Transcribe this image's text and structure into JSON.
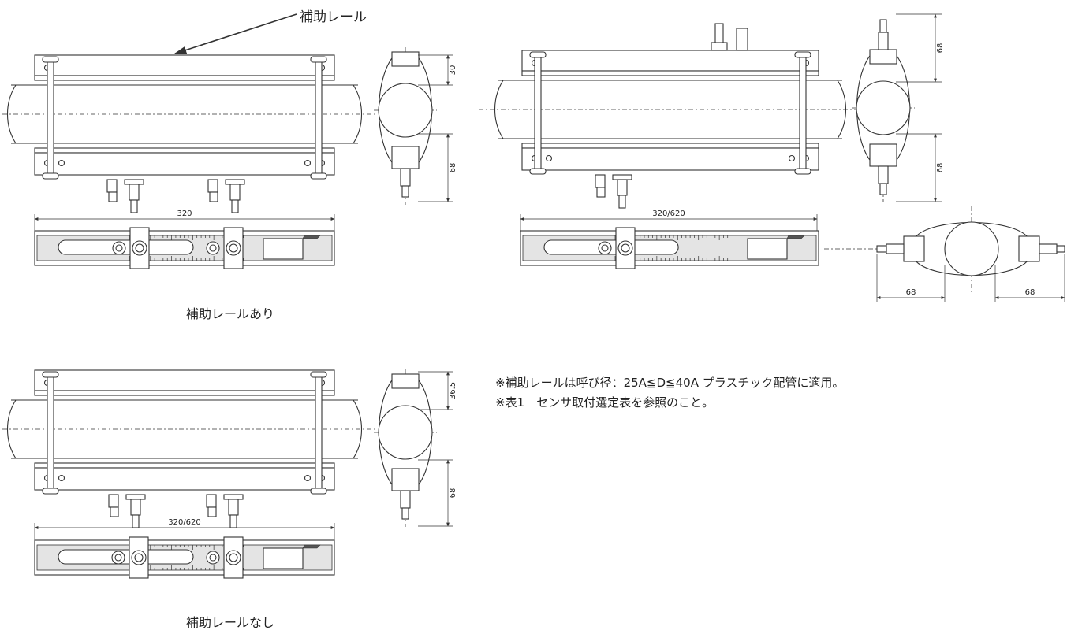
{
  "labels": {
    "aux_rail": "補助レール",
    "caption_with_rail": "補助レールあり",
    "caption_without_rail": "補助レールなし"
  },
  "notes": [
    "※補助レールは呼び径：25A≦D≦40A プラスチック配管に適用。",
    "※表1　センサ取付選定表を参照のこと。"
  ],
  "dimensions": {
    "top_left_length": "320",
    "top_right_length": "320/620",
    "bottom_left_length": "320/620",
    "top_left_side_upper": "30",
    "top_left_side_lower": "68",
    "top_right_side_upper": "68",
    "top_right_side_lower": "68",
    "end_view_left": "68",
    "end_view_right": "68",
    "bottom_side_upper": "36.5",
    "bottom_side_lower": "68"
  },
  "colors": {
    "line": "#333333",
    "fill": "#f2f2f2",
    "shade": "#e4e4e4"
  }
}
